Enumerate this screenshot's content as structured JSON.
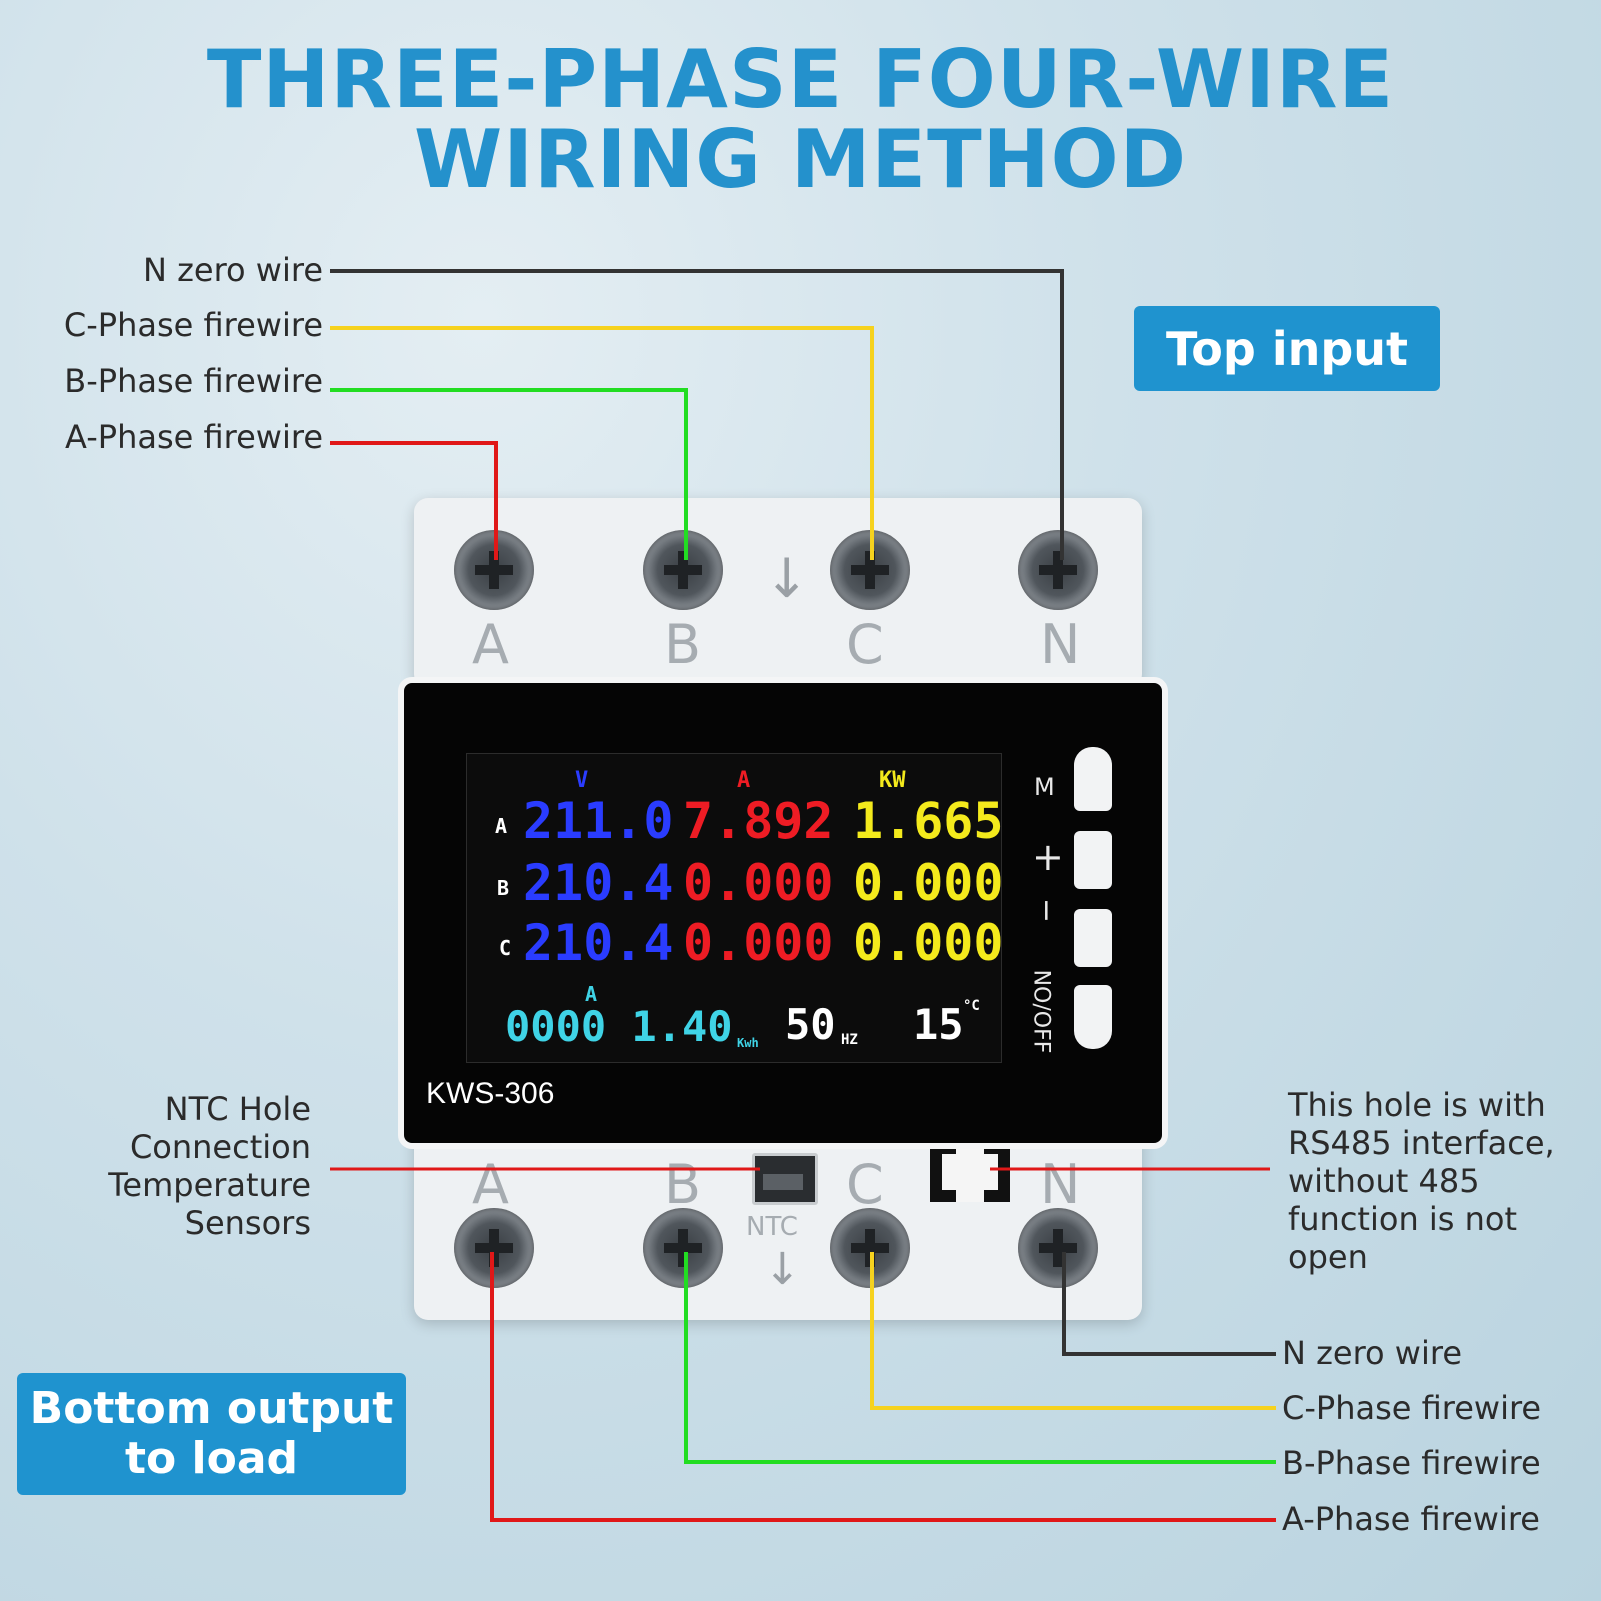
{
  "title": {
    "line1": "THREE-PHASE FOUR-WIRE",
    "line2": "WIRING METHOD"
  },
  "top_badge": "Top input",
  "bottom_badge": {
    "line1": "Bottom output",
    "line2": "to load"
  },
  "top_labels": {
    "n": "N zero wire",
    "c": "C-Phase firewire",
    "b": "B-Phase firewire",
    "a": "A-Phase firewire"
  },
  "bottom_labels": {
    "n": "N zero wire",
    "c": "C-Phase firewire",
    "b": "B-Phase firewire",
    "a": "A-Phase firewire"
  },
  "ntc_note": {
    "line1": "NTC Hole",
    "line2": "Connection",
    "line3": "Temperature",
    "line4": "Sensors"
  },
  "rs485_note": {
    "line1": "This hole is with",
    "line2": "RS485 interface,",
    "line3": "without 485",
    "line4": "function is not",
    "line5": "open"
  },
  "device": {
    "model": "KWS-306",
    "terminals_top": [
      "A",
      "B",
      "C",
      "N"
    ],
    "terminals_bottom": [
      "A",
      "B",
      "C",
      "N"
    ],
    "ntc_label": "NTC",
    "buttons": {
      "m": "M",
      "plus": "+",
      "minus": "−",
      "onoff": "NO/OFF"
    },
    "lcd": {
      "headers": {
        "v": "V",
        "a": "A",
        "kw": "KW",
        "a_total": "A"
      },
      "rows": [
        {
          "phase": "A",
          "volt": "211.0",
          "amp": "7.892",
          "kw": "1.665"
        },
        {
          "phase": "B",
          "volt": "210.4",
          "amp": "0.000",
          "kw": "0.000"
        },
        {
          "phase": "C",
          "volt": "210.4",
          "amp": "0.000",
          "kw": "0.000"
        }
      ],
      "energy": "0000 1.40",
      "energy_unit": "Kwh",
      "freq": "50",
      "freq_unit": "HZ",
      "temp": "15",
      "temp_unit": "°C"
    }
  },
  "colors": {
    "accent": "#1f93cf",
    "n_wire": "#333333",
    "c_wire": "#f6d21e",
    "b_wire": "#22dd22",
    "a_wire": "#e01818",
    "volt": "#2a3cff",
    "amp": "#ee1c24",
    "kw": "#f4ea1c",
    "energy": "#3fd3e6"
  }
}
